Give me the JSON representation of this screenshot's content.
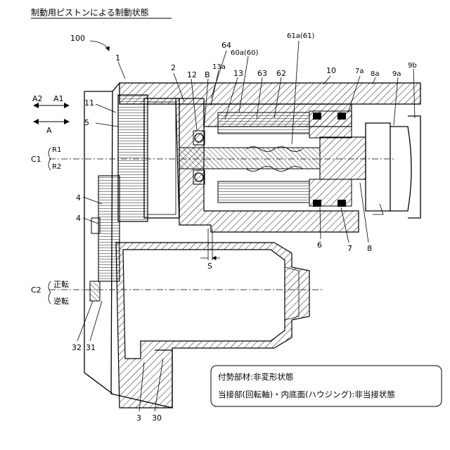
{
  "title": "制動用ピストンによる制動状態",
  "labels": {
    "n100": "100",
    "n1": "1",
    "n2": "2",
    "n12": "12",
    "nB": "B",
    "n13a": "13a",
    "n64": "64",
    "n13": "13",
    "n60a": "60a(60)",
    "n63": "63",
    "n62": "62",
    "n61a": "61a(61)",
    "n10": "10",
    "n7a": "7a",
    "n8a": "8a",
    "n9a": "9a",
    "n9b": "9b",
    "n11": "11",
    "n5": "5",
    "n4a": "4",
    "n4b": "4",
    "n6": "6",
    "n7": "7",
    "n8": "8",
    "nS": "S",
    "n32": "32",
    "n31": "31",
    "n3": "3",
    "n30": "30",
    "A2": "A2",
    "A1": "A1",
    "A": "A",
    "C1": "C1",
    "R1": "R1",
    "R2": "R2",
    "C2": "C2",
    "fwd": "正転",
    "rev": "逆転"
  },
  "note": {
    "line1": "付勢部材:非変形状態",
    "line2": "当接部(回転軸)・内底面(ハウジング):非当接状態"
  }
}
